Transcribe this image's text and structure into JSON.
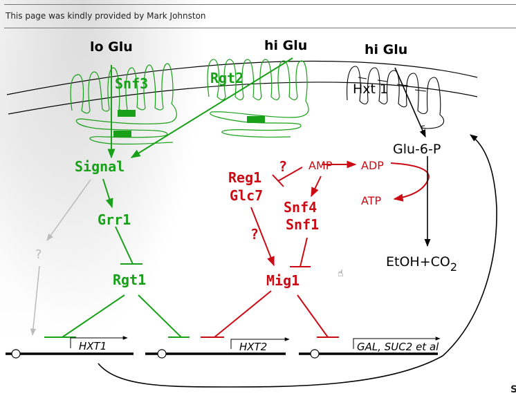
{
  "credit": "This page was kindly provided by Mark Johnston",
  "colors": {
    "green": "#18a018",
    "red": "#cc0a14",
    "gray": "#bbbbbb",
    "black": "#000000"
  },
  "membrane": {
    "labels": {
      "lo_glu": "lo Glu",
      "hi_glu_rgt2": "hi Glu",
      "hi_glu_hxt1": "hi Glu"
    },
    "proteins": {
      "snf3": "Snf3",
      "rgt2": "Rgt2",
      "hxt1": "Hxt 1"
    }
  },
  "nodes": {
    "signal": "Signal",
    "grr1": "Grr1",
    "rgt1": "Rgt1",
    "unknown": "?",
    "reg1": "Reg1",
    "glc7": "Glc7",
    "reg1_question": "?",
    "glc7_question": "?",
    "amp": "AMP",
    "adp": "ADP",
    "atp": "ATP",
    "snf4": "Snf4",
    "snf1": "Snf1",
    "mig1": "Mig1",
    "glu6p": "Glu-6-P",
    "etoh_main": "EtOH+CO",
    "etoh_sub": "2"
  },
  "genes": [
    {
      "name": "HXT1"
    },
    {
      "name": "HXT2"
    },
    {
      "name": "GAL, SUC2 et al"
    }
  ],
  "corner_mark": "S"
}
